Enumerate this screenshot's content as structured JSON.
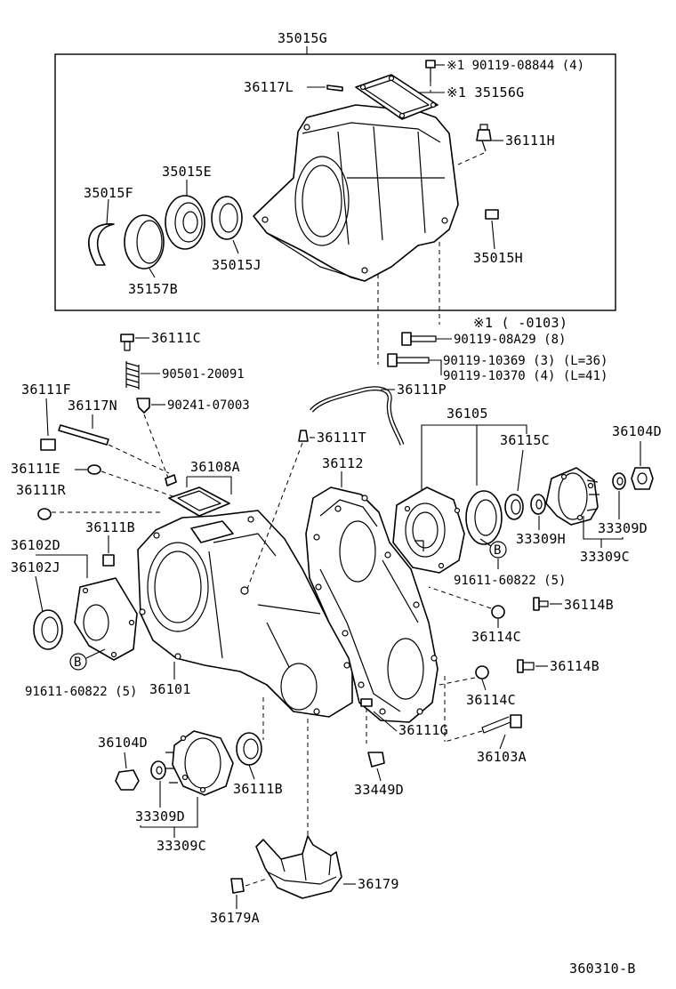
{
  "labels": {
    "asm_35015G": "35015G",
    "p_90119_08844": "※1 90119-08844 (4)",
    "p_35156G": "※1 35156G",
    "p_36117L": "36117L",
    "p_36111H": "36111H",
    "p_35015E": "35015E",
    "p_35015F": "35015F",
    "p_35015J": "35015J",
    "p_35157B": "35157B",
    "p_35015H": "35015H",
    "note_1": "※1 (       -0103)",
    "p_90119_08A29": "90119-08A29 (8)",
    "p_90119_10369": "90119-10369 (3) (L=36)",
    "p_90119_10370": "90119-10370 (4) (L=41)",
    "p_36111C": "36111C",
    "p_90501_20091": "90501-20091",
    "p_90241_07003": "90241-07003",
    "p_36111F": "36111F",
    "p_36117N": "36117N",
    "p_36111P": "36111P",
    "p_36111T": "36111T",
    "p_36105": "36105",
    "p_36115C": "36115C",
    "p_36104D_r": "36104D",
    "p_36111E": "36111E",
    "p_36108A": "36108A",
    "p_36112": "36112",
    "p_36111R": "36111R",
    "p_36111B_t": "36111B",
    "p_36102D": "36102D",
    "p_36102J": "36102J",
    "p_33309H": "33309H",
    "p_33309D_r": "33309D",
    "p_33309C_r": "33309C",
    "p_91611_60822_r": "91611-60822 (5)",
    "p_36114B_1": "36114B",
    "p_36114C_1": "36114C",
    "p_36114B_2": "36114B",
    "p_36114C_2": "36114C",
    "p_36101": "36101",
    "p_91611_60822_l": "91611-60822 (5)",
    "p_36111G": "36111G",
    "p_36103A": "36103A",
    "p_36104D_l": "36104D",
    "p_36111B_b": "36111B",
    "p_33449D": "33449D",
    "p_33309D_l": "33309D",
    "p_33309C_l": "33309C",
    "p_36179": "36179",
    "p_36179A": "36179A",
    "badge_B": "B",
    "figure_code": "360310-B"
  }
}
